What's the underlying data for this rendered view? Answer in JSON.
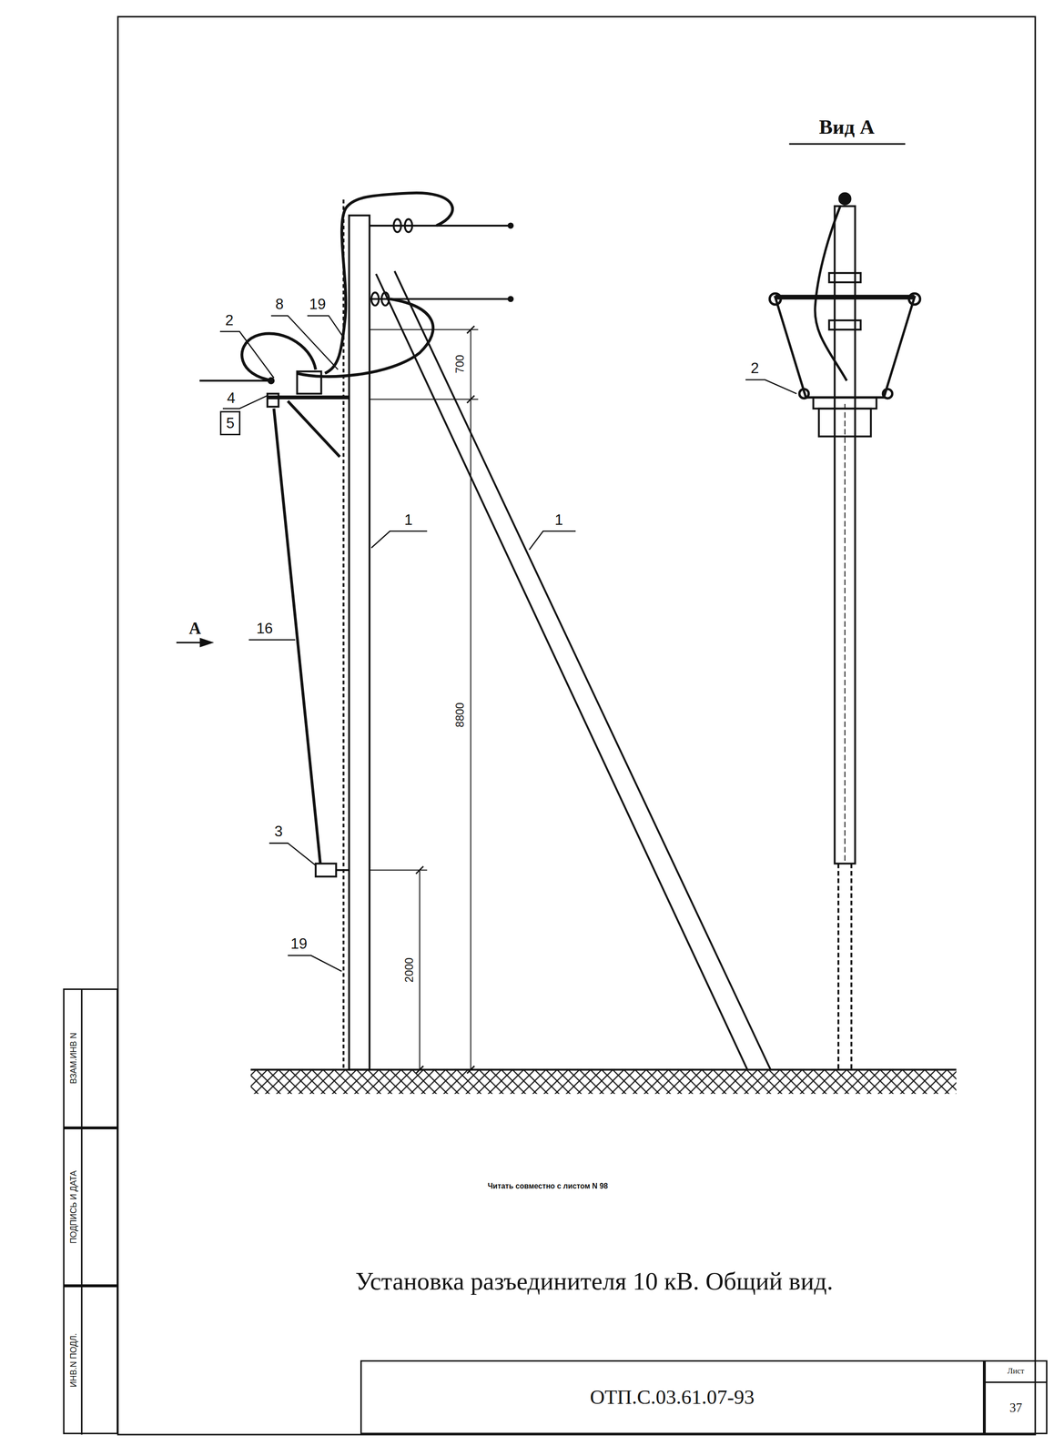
{
  "diagram": {
    "title": "Установка разъединителя 10 кВ. Общий вид.",
    "nodes": [
      {
        "text": [
          "5"
        ]
      },
      {
        "text": [
          "ВЗАМ.ИНВ N"
        ]
      },
      {
        "text": [
          "ПОДПИСЬ И ДАТА"
        ]
      },
      {
        "text": [
          "ИНВ.N ПОДЛ."
        ]
      },
      {
        "text": [
          "ОТП.С.03.61.07-93"
        ]
      },
      {
        "text": [
          "Лист",
          "37"
        ]
      }
    ],
    "labels": [
      "Вид А",
      "2",
      "8",
      "19",
      "4",
      "1",
      "1",
      "16",
      "А",
      "700",
      "8800",
      "2000",
      "3",
      "19",
      "2",
      "Читать совместно с листом N 98"
    ]
  }
}
